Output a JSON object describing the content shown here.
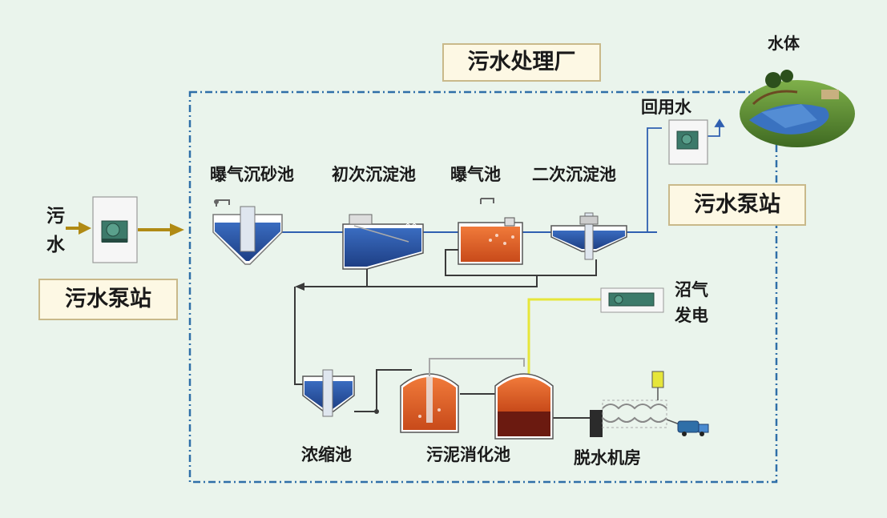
{
  "title": "污水处理厂",
  "left": {
    "sewage_top": "污",
    "sewage_bottom": "水",
    "pump_station": "污水泵站"
  },
  "right": {
    "pump_station": "污水泵站",
    "water_body": "水体",
    "reuse_water": "回用水"
  },
  "units": {
    "grit_chamber": "曝气沉砂池",
    "primary_clarifier": "初次沉淀池",
    "aeration_tank": "曝气池",
    "secondary_clarifier": "二次沉淀池",
    "thickener": "浓缩池",
    "digester": "污泥消化池",
    "dewatering": "脱水机房"
  },
  "biogas": {
    "line1": "沼气",
    "line2": "发电"
  },
  "colors": {
    "background": "#eaf4ec",
    "water_blue": "#2f5fb0",
    "sludge_orange": "#e8662a",
    "sludge_dark": "#6b1a10",
    "biogas_line": "#e6e63a",
    "inlet_arrow": "#b08a14",
    "boundary": "#2f6fa8"
  }
}
